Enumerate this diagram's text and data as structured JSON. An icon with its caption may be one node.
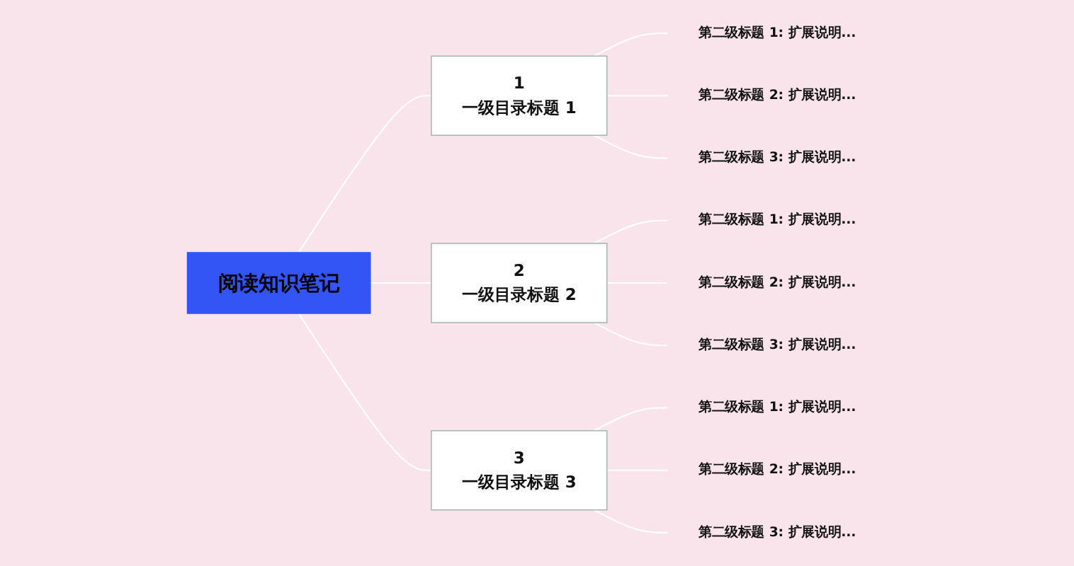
{
  "diagram": {
    "nodes": [
      {
        "text": [
          "阅读知识笔记"
        ]
      },
      {
        "text": [
          "1",
          "一级目录标题 1"
        ]
      },
      {
        "text": [
          "第二级标题 1: 扩展说明..."
        ]
      },
      {
        "text": [
          "第二级标题 2: 扩展说明..."
        ]
      },
      {
        "text": [
          "第二级标题 3: 扩展说明..."
        ]
      },
      {
        "text": [
          "2",
          "一级目录标题 2"
        ]
      },
      {
        "text": [
          "第二级标题 1: 扩展说明..."
        ]
      },
      {
        "text": [
          "第二级标题 2: 扩展说明..."
        ]
      },
      {
        "text": [
          "第二级标题 3: 扩展说明..."
        ]
      },
      {
        "text": [
          "3",
          "一级目录标题 3"
        ]
      },
      {
        "text": [
          "第二级标题 1: 扩展说明..."
        ]
      },
      {
        "text": [
          "第二级标题 2: 扩展说明..."
        ]
      },
      {
        "text": [
          "第二级标题 3: 扩展说明..."
        ]
      }
    ],
    "edges": [
      {
        "from": 0,
        "to": 1,
        "arrow": "none"
      },
      {
        "from": 1,
        "to": 2,
        "arrow": "none"
      },
      {
        "from": 1,
        "to": 3,
        "arrow": "none"
      },
      {
        "from": 1,
        "to": 4,
        "arrow": "none"
      },
      {
        "from": 0,
        "to": 5,
        "arrow": "none"
      },
      {
        "from": 5,
        "to": 6,
        "arrow": "none"
      },
      {
        "from": 5,
        "to": 7,
        "arrow": "none"
      },
      {
        "from": 5,
        "to": 8,
        "arrow": "none"
      },
      {
        "from": 0,
        "to": 9,
        "arrow": "none"
      },
      {
        "from": 9,
        "to": 10,
        "arrow": "none"
      },
      {
        "from": 9,
        "to": 11,
        "arrow": "none"
      },
      {
        "from": 9,
        "to": 12,
        "arrow": "none"
      }
    ]
  }
}
